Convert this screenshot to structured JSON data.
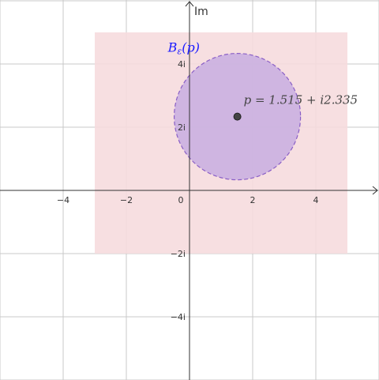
{
  "axes": {
    "y_label": "Im",
    "x_ticks": [
      {
        "value": -4,
        "label": "−4"
      },
      {
        "value": -2,
        "label": "−2"
      },
      {
        "value": 0,
        "label": "0"
      },
      {
        "value": 2,
        "label": "2"
      },
      {
        "value": 4,
        "label": "4"
      }
    ],
    "y_ticks": [
      {
        "value": 4,
        "label": "4i"
      },
      {
        "value": 2,
        "label": "2i"
      },
      {
        "value": -2,
        "label": "−2i"
      },
      {
        "value": -4,
        "label": "−4i"
      }
    ]
  },
  "region": {
    "x_range": [
      -3,
      5
    ],
    "y_range": [
      -2,
      5
    ],
    "fill_color": "#f6dbde"
  },
  "disk": {
    "center": {
      "re": 1.515,
      "im": 2.335
    },
    "radius": 2,
    "fill_color": "#c8aee0",
    "stroke_color": "#8a5fc6",
    "label_main": "B",
    "label_sub": "ε",
    "label_arg": "(p)",
    "label_color": "#1a1aff"
  },
  "point": {
    "label": "p = 1.515 + i2.335",
    "color": "#444444"
  },
  "colors": {
    "grid": "#c8c8c8",
    "axis": "#333333"
  }
}
